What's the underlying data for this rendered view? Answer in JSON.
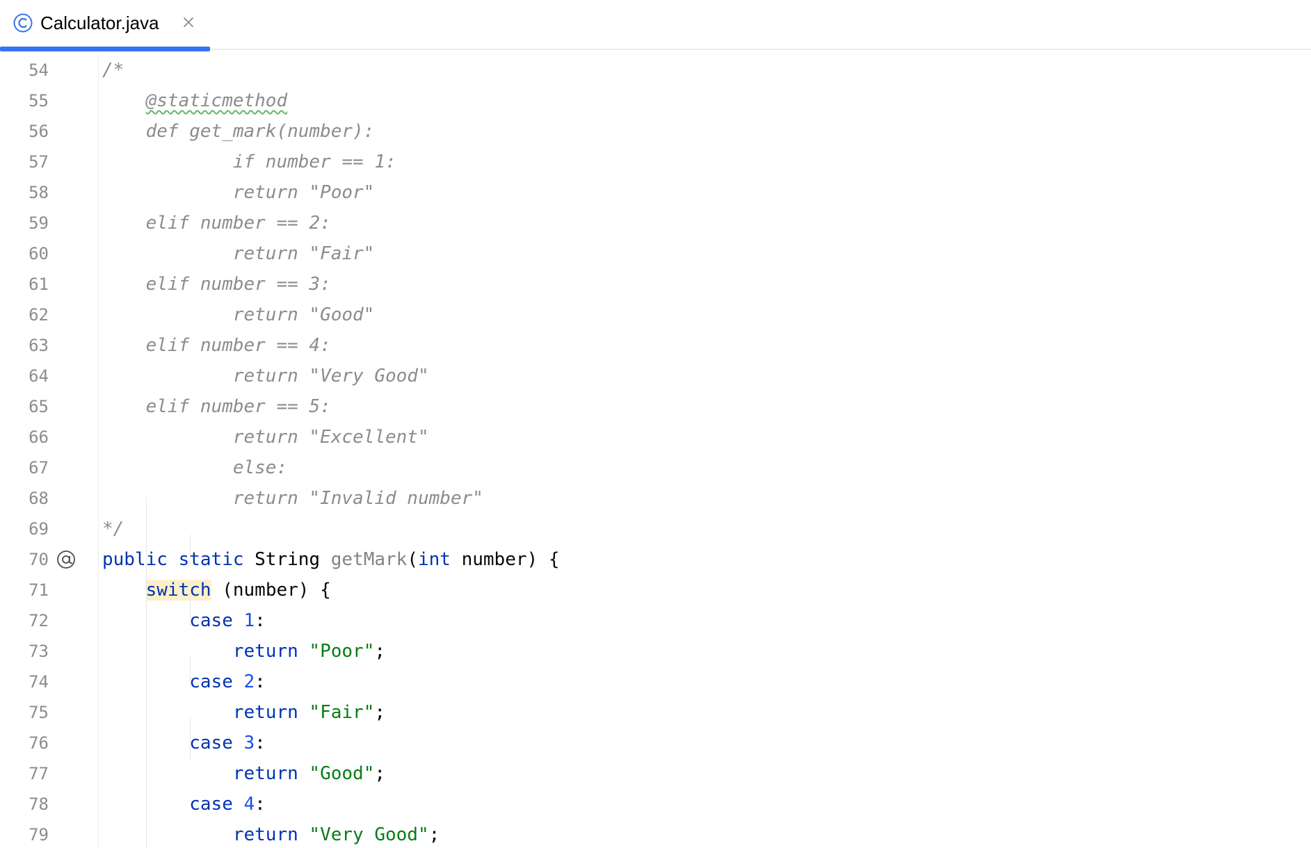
{
  "tab": {
    "label": "Calculator.java",
    "icon": "class-c-icon",
    "close_icon": "close-icon",
    "accent": "#3574f0"
  },
  "gutter_marker": {
    "line": "70",
    "icon": "at-annotation-icon"
  },
  "lines": [
    {
      "num": "54",
      "segments": [
        {
          "t": "/*",
          "c": "comment"
        }
      ]
    },
    {
      "num": "55",
      "segments": [
        {
          "t": "    ",
          "c": "comment"
        },
        {
          "t": "@staticmethod",
          "c": "comment squiggle"
        }
      ]
    },
    {
      "num": "56",
      "segments": [
        {
          "t": "    def get_mark(number):",
          "c": "comment"
        }
      ]
    },
    {
      "num": "57",
      "segments": [
        {
          "t": "            if number == 1:",
          "c": "comment"
        }
      ]
    },
    {
      "num": "58",
      "segments": [
        {
          "t": "            return \"Poor\"",
          "c": "comment"
        }
      ]
    },
    {
      "num": "59",
      "segments": [
        {
          "t": "    elif number == 2:",
          "c": "comment"
        }
      ]
    },
    {
      "num": "60",
      "segments": [
        {
          "t": "            return \"Fair\"",
          "c": "comment"
        }
      ]
    },
    {
      "num": "61",
      "segments": [
        {
          "t": "    elif number == 3:",
          "c": "comment"
        }
      ]
    },
    {
      "num": "62",
      "segments": [
        {
          "t": "            return \"Good\"",
          "c": "comment"
        }
      ]
    },
    {
      "num": "63",
      "segments": [
        {
          "t": "    elif number == 4:",
          "c": "comment"
        }
      ]
    },
    {
      "num": "64",
      "segments": [
        {
          "t": "            return \"Very Good\"",
          "c": "comment"
        }
      ]
    },
    {
      "num": "65",
      "segments": [
        {
          "t": "    elif number == 5:",
          "c": "comment"
        }
      ]
    },
    {
      "num": "66",
      "segments": [
        {
          "t": "            return \"Excellent\"",
          "c": "comment"
        }
      ]
    },
    {
      "num": "67",
      "segments": [
        {
          "t": "            else:",
          "c": "comment"
        }
      ]
    },
    {
      "num": "68",
      "segments": [
        {
          "t": "            return \"Invalid number\"",
          "c": "comment"
        }
      ]
    },
    {
      "num": "69",
      "segments": [
        {
          "t": "*/",
          "c": "comment"
        }
      ]
    },
    {
      "num": "70",
      "segments": [
        {
          "t": "public",
          "c": "kw"
        },
        {
          "t": " ",
          "c": ""
        },
        {
          "t": "static",
          "c": "kw"
        },
        {
          "t": " String ",
          "c": "cls"
        },
        {
          "t": "getMark",
          "c": "fn"
        },
        {
          "t": "(",
          "c": ""
        },
        {
          "t": "int",
          "c": "kw"
        },
        {
          "t": " number) {",
          "c": ""
        }
      ]
    },
    {
      "num": "71",
      "segments": [
        {
          "t": "    ",
          "c": ""
        },
        {
          "t": "switch",
          "c": "kw hl"
        },
        {
          "t": " (number) {",
          "c": ""
        }
      ]
    },
    {
      "num": "72",
      "segments": [
        {
          "t": "        ",
          "c": ""
        },
        {
          "t": "case",
          "c": "kw"
        },
        {
          "t": " ",
          "c": ""
        },
        {
          "t": "1",
          "c": "num"
        },
        {
          "t": ":",
          "c": ""
        }
      ]
    },
    {
      "num": "73",
      "segments": [
        {
          "t": "            ",
          "c": ""
        },
        {
          "t": "return",
          "c": "kw"
        },
        {
          "t": " ",
          "c": ""
        },
        {
          "t": "\"Poor\"",
          "c": "str"
        },
        {
          "t": ";",
          "c": ""
        }
      ]
    },
    {
      "num": "74",
      "segments": [
        {
          "t": "        ",
          "c": ""
        },
        {
          "t": "case",
          "c": "kw"
        },
        {
          "t": " ",
          "c": ""
        },
        {
          "t": "2",
          "c": "num"
        },
        {
          "t": ":",
          "c": ""
        }
      ]
    },
    {
      "num": "75",
      "segments": [
        {
          "t": "            ",
          "c": ""
        },
        {
          "t": "return",
          "c": "kw"
        },
        {
          "t": " ",
          "c": ""
        },
        {
          "t": "\"Fair\"",
          "c": "str"
        },
        {
          "t": ";",
          "c": ""
        }
      ]
    },
    {
      "num": "76",
      "segments": [
        {
          "t": "        ",
          "c": ""
        },
        {
          "t": "case",
          "c": "kw"
        },
        {
          "t": " ",
          "c": ""
        },
        {
          "t": "3",
          "c": "num"
        },
        {
          "t": ":",
          "c": ""
        }
      ]
    },
    {
      "num": "77",
      "segments": [
        {
          "t": "            ",
          "c": ""
        },
        {
          "t": "return",
          "c": "kw"
        },
        {
          "t": " ",
          "c": ""
        },
        {
          "t": "\"Good\"",
          "c": "str"
        },
        {
          "t": ";",
          "c": ""
        }
      ]
    },
    {
      "num": "78",
      "segments": [
        {
          "t": "        ",
          "c": ""
        },
        {
          "t": "case",
          "c": "kw"
        },
        {
          "t": " ",
          "c": ""
        },
        {
          "t": "4",
          "c": "num"
        },
        {
          "t": ":",
          "c": ""
        }
      ]
    },
    {
      "num": "79",
      "segments": [
        {
          "t": "            ",
          "c": ""
        },
        {
          "t": "return",
          "c": "kw"
        },
        {
          "t": " ",
          "c": ""
        },
        {
          "t": "\"Very Good\"",
          "c": "str"
        },
        {
          "t": ";",
          "c": ""
        }
      ]
    }
  ]
}
